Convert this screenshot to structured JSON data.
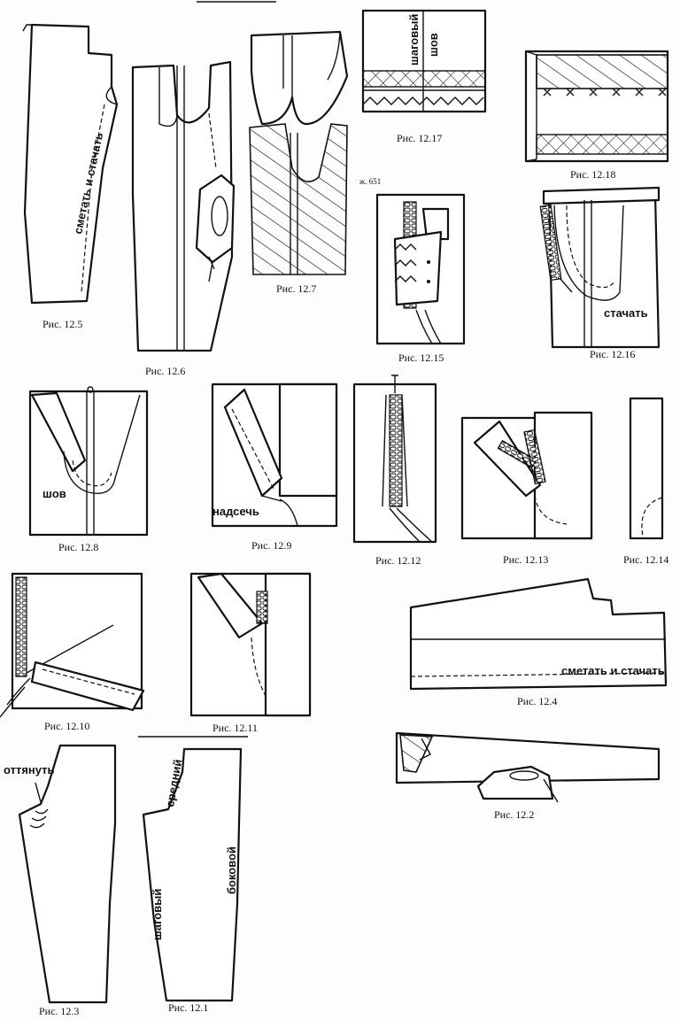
{
  "figures": {
    "f12_5": {
      "caption": "Рис. 12.5",
      "label": "сметать и стачать"
    },
    "f12_6": {
      "caption": "Рис. 12.6"
    },
    "f12_7": {
      "caption": "Рис. 12.7"
    },
    "f12_17": {
      "caption": "Рис. 12.17",
      "label_top": "шаговый",
      "label_bottom": "шов"
    },
    "f12_18": {
      "caption": "Рис. 12.18"
    },
    "f12_15": {
      "caption": "Рис. 12.15",
      "side_note": "ж. 651"
    },
    "f12_16": {
      "caption": "Рис. 12.16",
      "label": "стачать"
    },
    "f12_8": {
      "caption": "Рис. 12.8",
      "label": "шов"
    },
    "f12_9": {
      "caption": "Рис. 12.9",
      "label": "надсечь"
    },
    "f12_12": {
      "caption": "Рис. 12.12"
    },
    "f12_13": {
      "caption": "Рис. 12.13"
    },
    "f12_14": {
      "caption": "Рис. 12.14"
    },
    "f12_10": {
      "caption": "Рис. 12.10"
    },
    "f12_11": {
      "caption": "Рис. 12.11"
    },
    "f12_4": {
      "caption": "Рис. 12.4",
      "label": "сметать и стачать"
    },
    "f12_2": {
      "caption": "Рис. 12.2"
    },
    "f12_3": {
      "caption": "Рис. 12.3",
      "label": "оттянуть"
    },
    "f12_1": {
      "caption": "Рис. 12.1",
      "label_middle": "средний",
      "label_side": "боковой",
      "label_inseam": "шаговый"
    }
  },
  "colors": {
    "ink": "#111111",
    "paper": "#fdfdfb"
  }
}
